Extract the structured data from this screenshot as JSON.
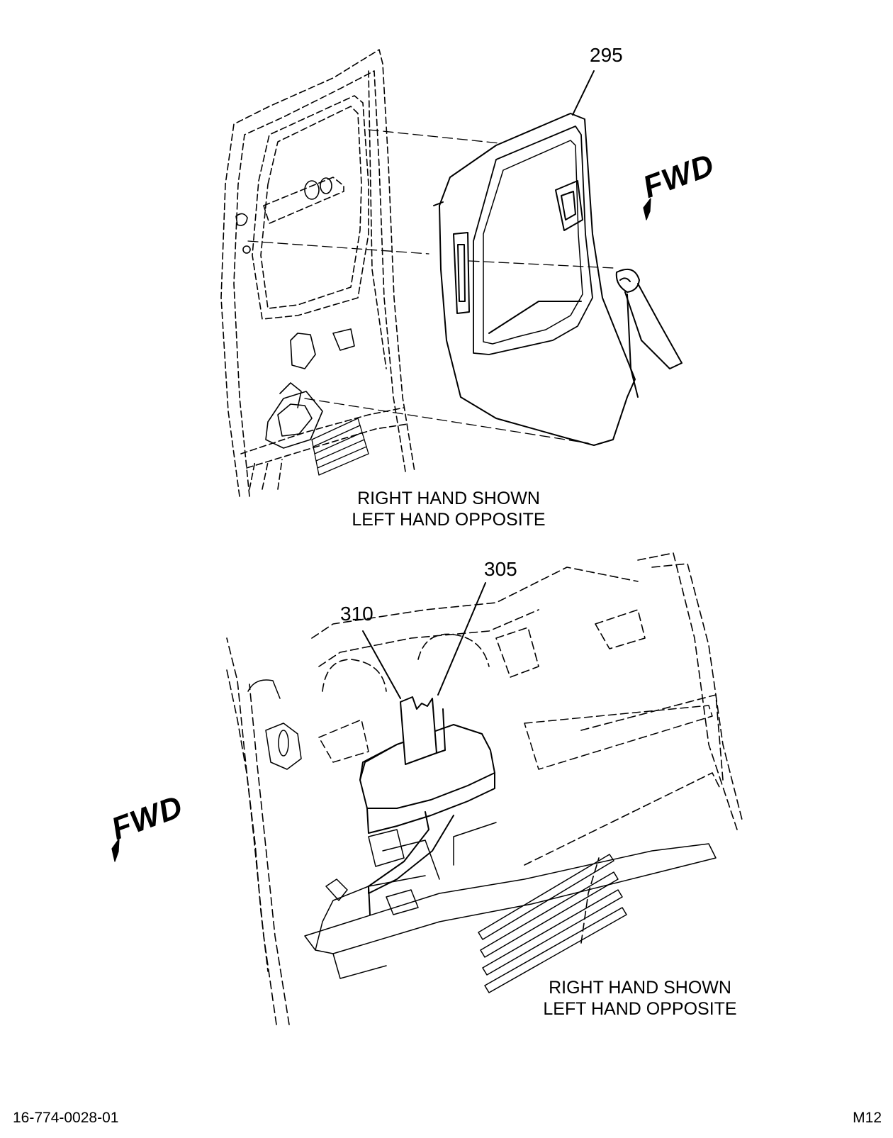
{
  "callouts": {
    "top_part": "295",
    "bottom_part_a": "305",
    "bottom_part_b": "310"
  },
  "direction_marker": {
    "top": "FWD",
    "bottom": "FWD"
  },
  "captions": {
    "top_line1": "RIGHT HAND SHOWN",
    "top_line2": "LEFT HAND OPPOSITE",
    "bottom_line1": "RIGHT HAND SHOWN",
    "bottom_line2": "LEFT HAND OPPOSITE"
  },
  "footer": {
    "drawing_number": "16-774-0028-01",
    "page_code": "M12"
  }
}
